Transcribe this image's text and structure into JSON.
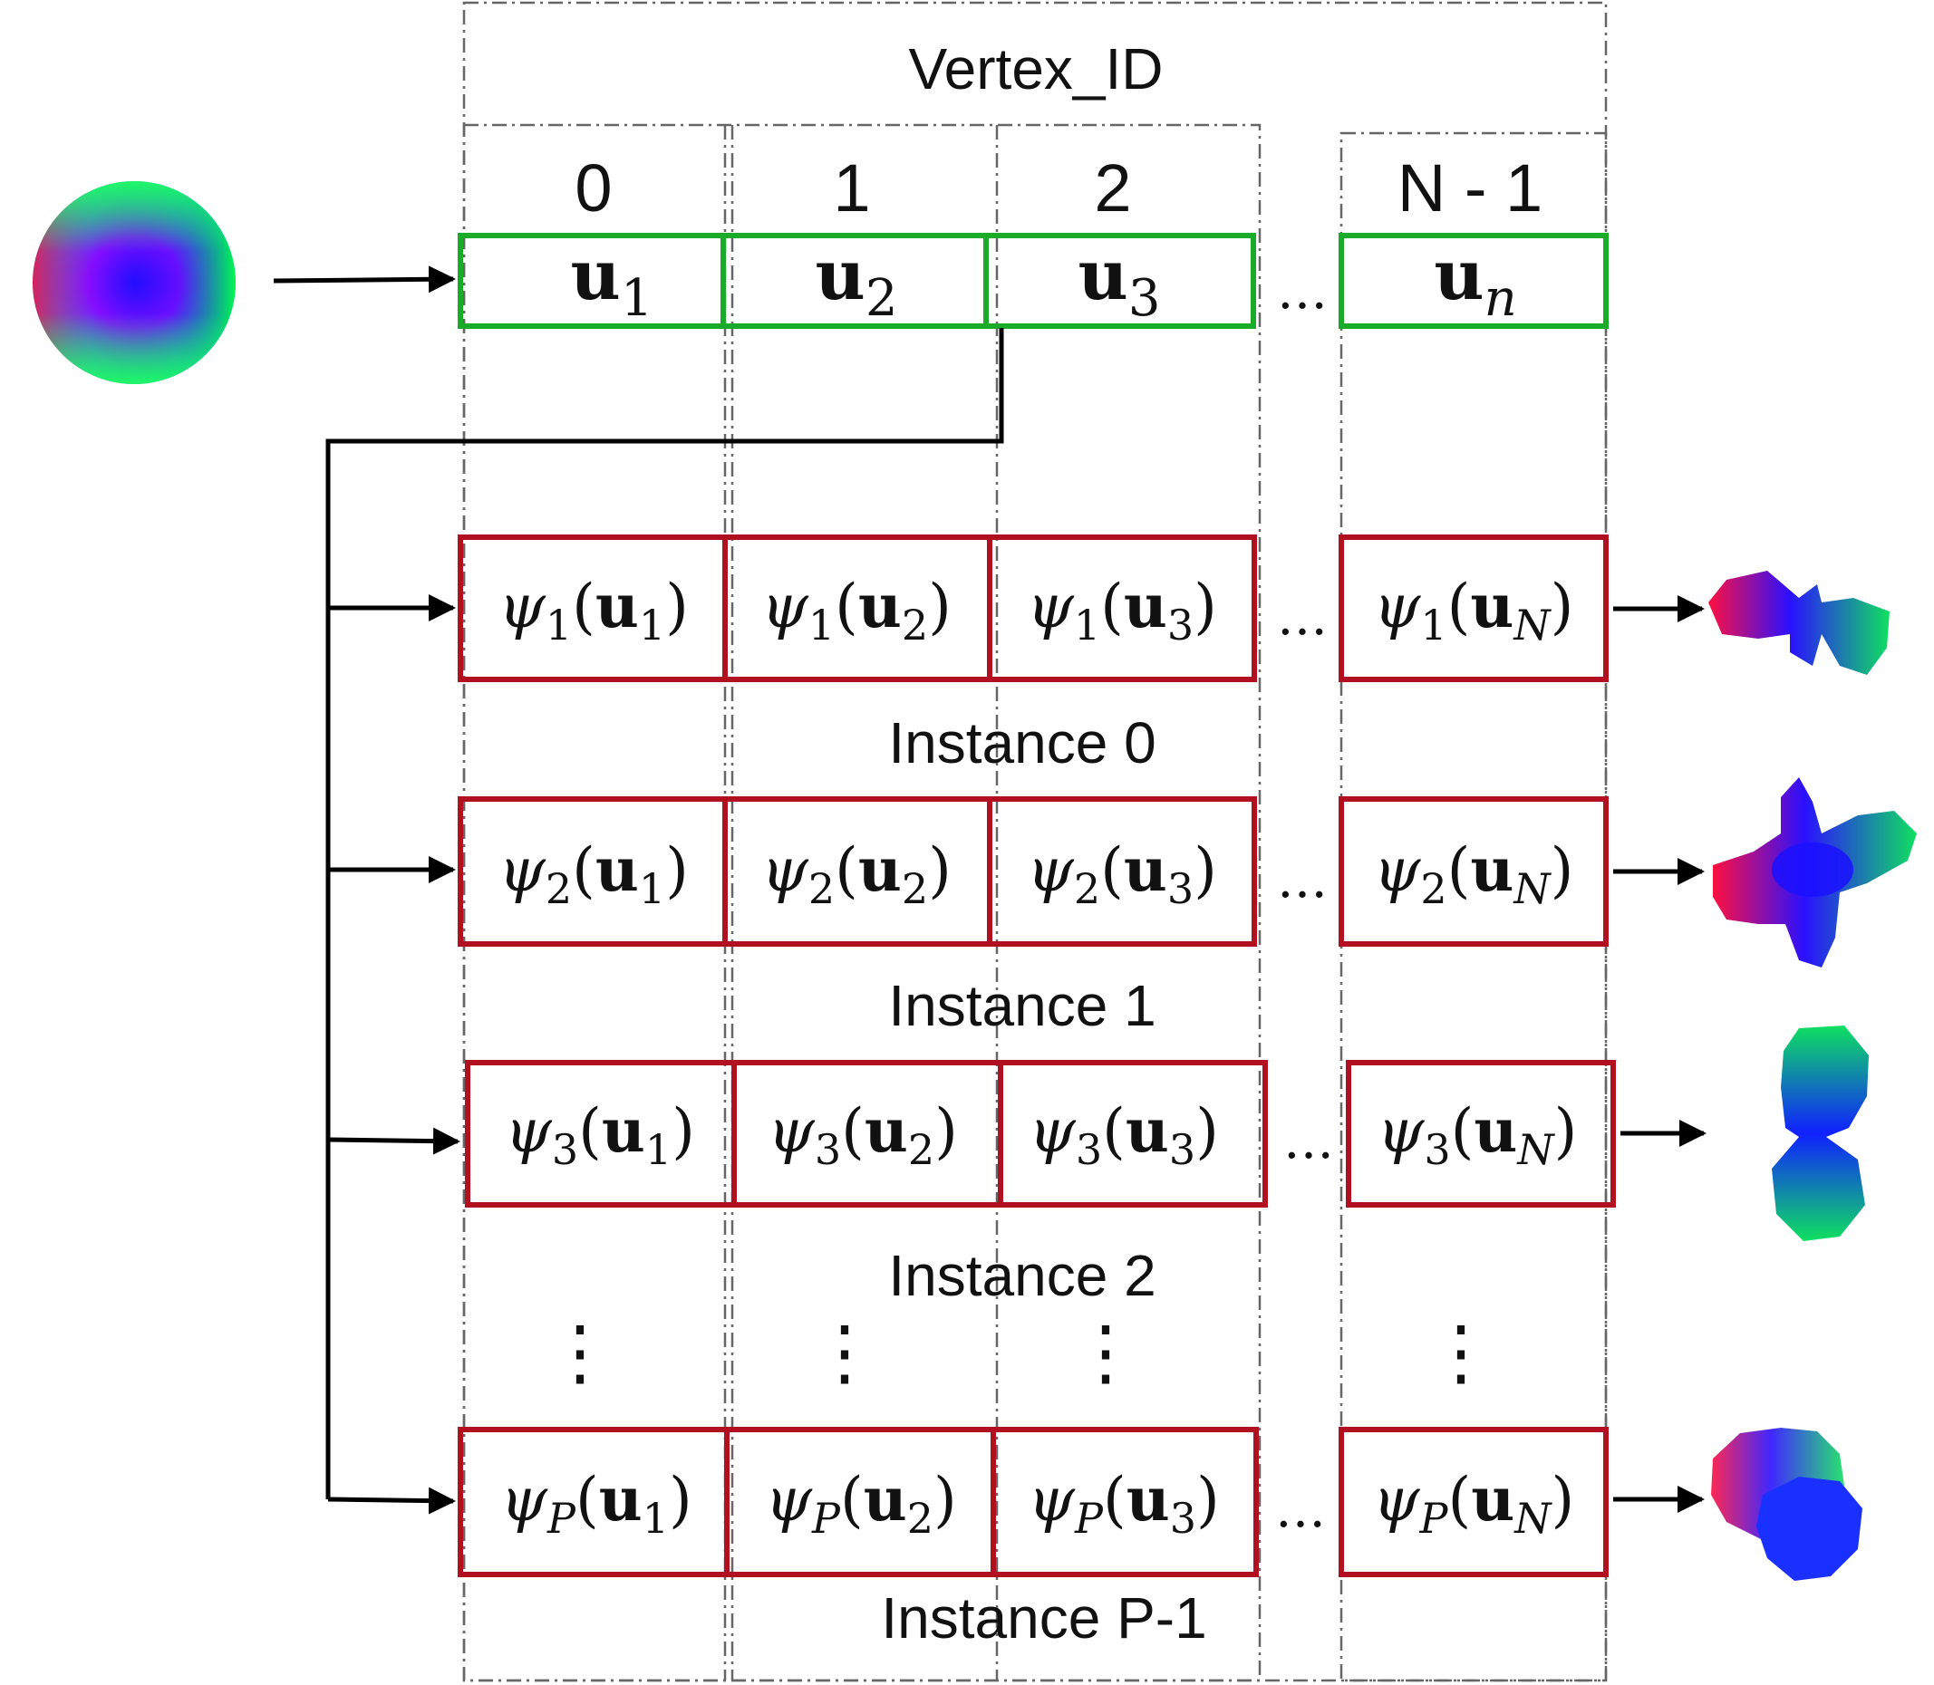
{
  "header": {
    "vertex_id_label": "Vertex_ID"
  },
  "columns": [
    {
      "id": "0",
      "u_base": "u",
      "u_sub": "1"
    },
    {
      "id": "1",
      "u_base": "u",
      "u_sub": "2"
    },
    {
      "id": "2",
      "u_base": "u",
      "u_sub": "3"
    },
    {
      "id": "N - 1",
      "u_base": "u",
      "u_sub": "n"
    }
  ],
  "ellipsis": "…",
  "vdots": "⋮",
  "rows": [
    {
      "label": "Instance 0",
      "psi_sub": "1",
      "cells": [
        {
          "psi": "ψ",
          "sub": "1",
          "u": "u",
          "usub": "1"
        },
        {
          "psi": "ψ",
          "sub": "1",
          "u": "u",
          "usub": "2"
        },
        {
          "psi": "ψ",
          "sub": "1",
          "u": "u",
          "usub": "3"
        },
        {
          "psi": "ψ",
          "sub": "1",
          "u": "u",
          "usub": "N"
        }
      ]
    },
    {
      "label": "Instance 1",
      "psi_sub": "2",
      "cells": [
        {
          "psi": "ψ",
          "sub": "2",
          "u": "u",
          "usub": "1"
        },
        {
          "psi": "ψ",
          "sub": "2",
          "u": "u",
          "usub": "2"
        },
        {
          "psi": "ψ",
          "sub": "2",
          "u": "u",
          "usub": "3"
        },
        {
          "psi": "ψ",
          "sub": "2",
          "u": "u",
          "usub": "N"
        }
      ]
    },
    {
      "label": "Instance 2",
      "psi_sub": "3",
      "cells": [
        {
          "psi": "ψ",
          "sub": "3",
          "u": "u",
          "usub": "1"
        },
        {
          "psi": "ψ",
          "sub": "3",
          "u": "u",
          "usub": "2"
        },
        {
          "psi": "ψ",
          "sub": "3",
          "u": "u",
          "usub": "3"
        },
        {
          "psi": "ψ",
          "sub": "3",
          "u": "u",
          "usub": "N"
        }
      ]
    },
    {
      "label": "Instance P-1",
      "psi_sub": "P",
      "cells": [
        {
          "psi": "ψ",
          "sub": "P",
          "u": "u",
          "usub": "1"
        },
        {
          "psi": "ψ",
          "sub": "P",
          "u": "u",
          "usub": "2"
        },
        {
          "psi": "ψ",
          "sub": "P",
          "u": "u",
          "usub": "3"
        },
        {
          "psi": "ψ",
          "sub": "P",
          "u": "u",
          "usub": "N"
        }
      ]
    }
  ],
  "colors": {
    "green_box": "#1aab28",
    "red_box": "#b0101f",
    "dashed": "#666666"
  }
}
